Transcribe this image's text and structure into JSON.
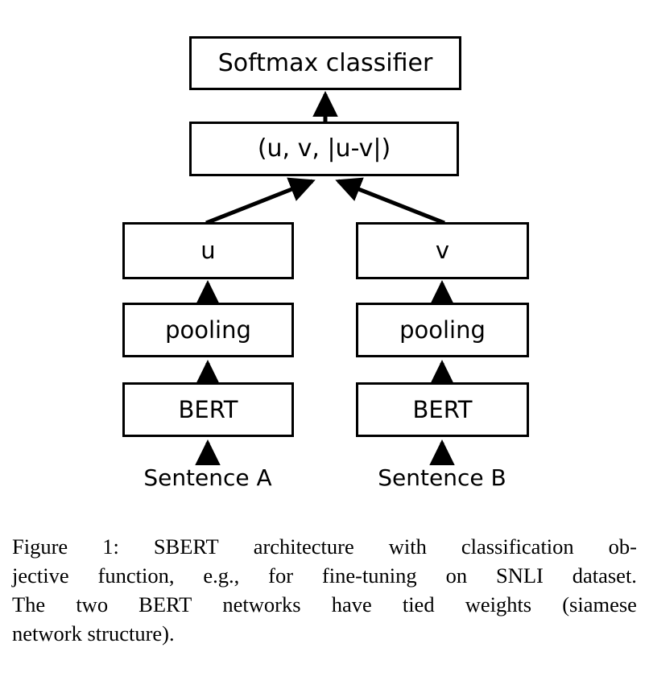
{
  "figure": {
    "type": "diagram",
    "title": "SBERT architecture with classification objective function",
    "background_color": "#ffffff",
    "stroke_color": "#000000"
  },
  "diagram": {
    "nodes": {
      "softmax": "Softmax classifier",
      "concat": "(u, v, |u-v|)",
      "u": "u",
      "v": "v",
      "pooling_a": "pooling",
      "pooling_b": "pooling",
      "bert_a": "BERT",
      "bert_b": "BERT"
    },
    "inputs": {
      "sentence_a": "Sentence A",
      "sentence_b": "Sentence B"
    }
  },
  "caption": {
    "lines": [
      {
        "justified": true,
        "words": [
          "Figure",
          "1:",
          "SBERT",
          "architecture",
          "with",
          "classification",
          "ob-"
        ]
      },
      {
        "justified": true,
        "words": [
          "jective",
          "function,",
          "e.g.,",
          "for",
          "fine-tuning",
          "on",
          "SNLI",
          "dataset."
        ]
      },
      {
        "justified": true,
        "words": [
          "The",
          "two",
          "BERT",
          "networks",
          "have",
          "tied",
          "weights",
          "(siamese"
        ]
      },
      {
        "justified": false,
        "text": "network structure)."
      }
    ],
    "full_text": "Figure 1: SBERT architecture with classification objective function, e.g., for fine-tuning on SNLI dataset. The two BERT networks have tied weights (siamese network structure)."
  }
}
